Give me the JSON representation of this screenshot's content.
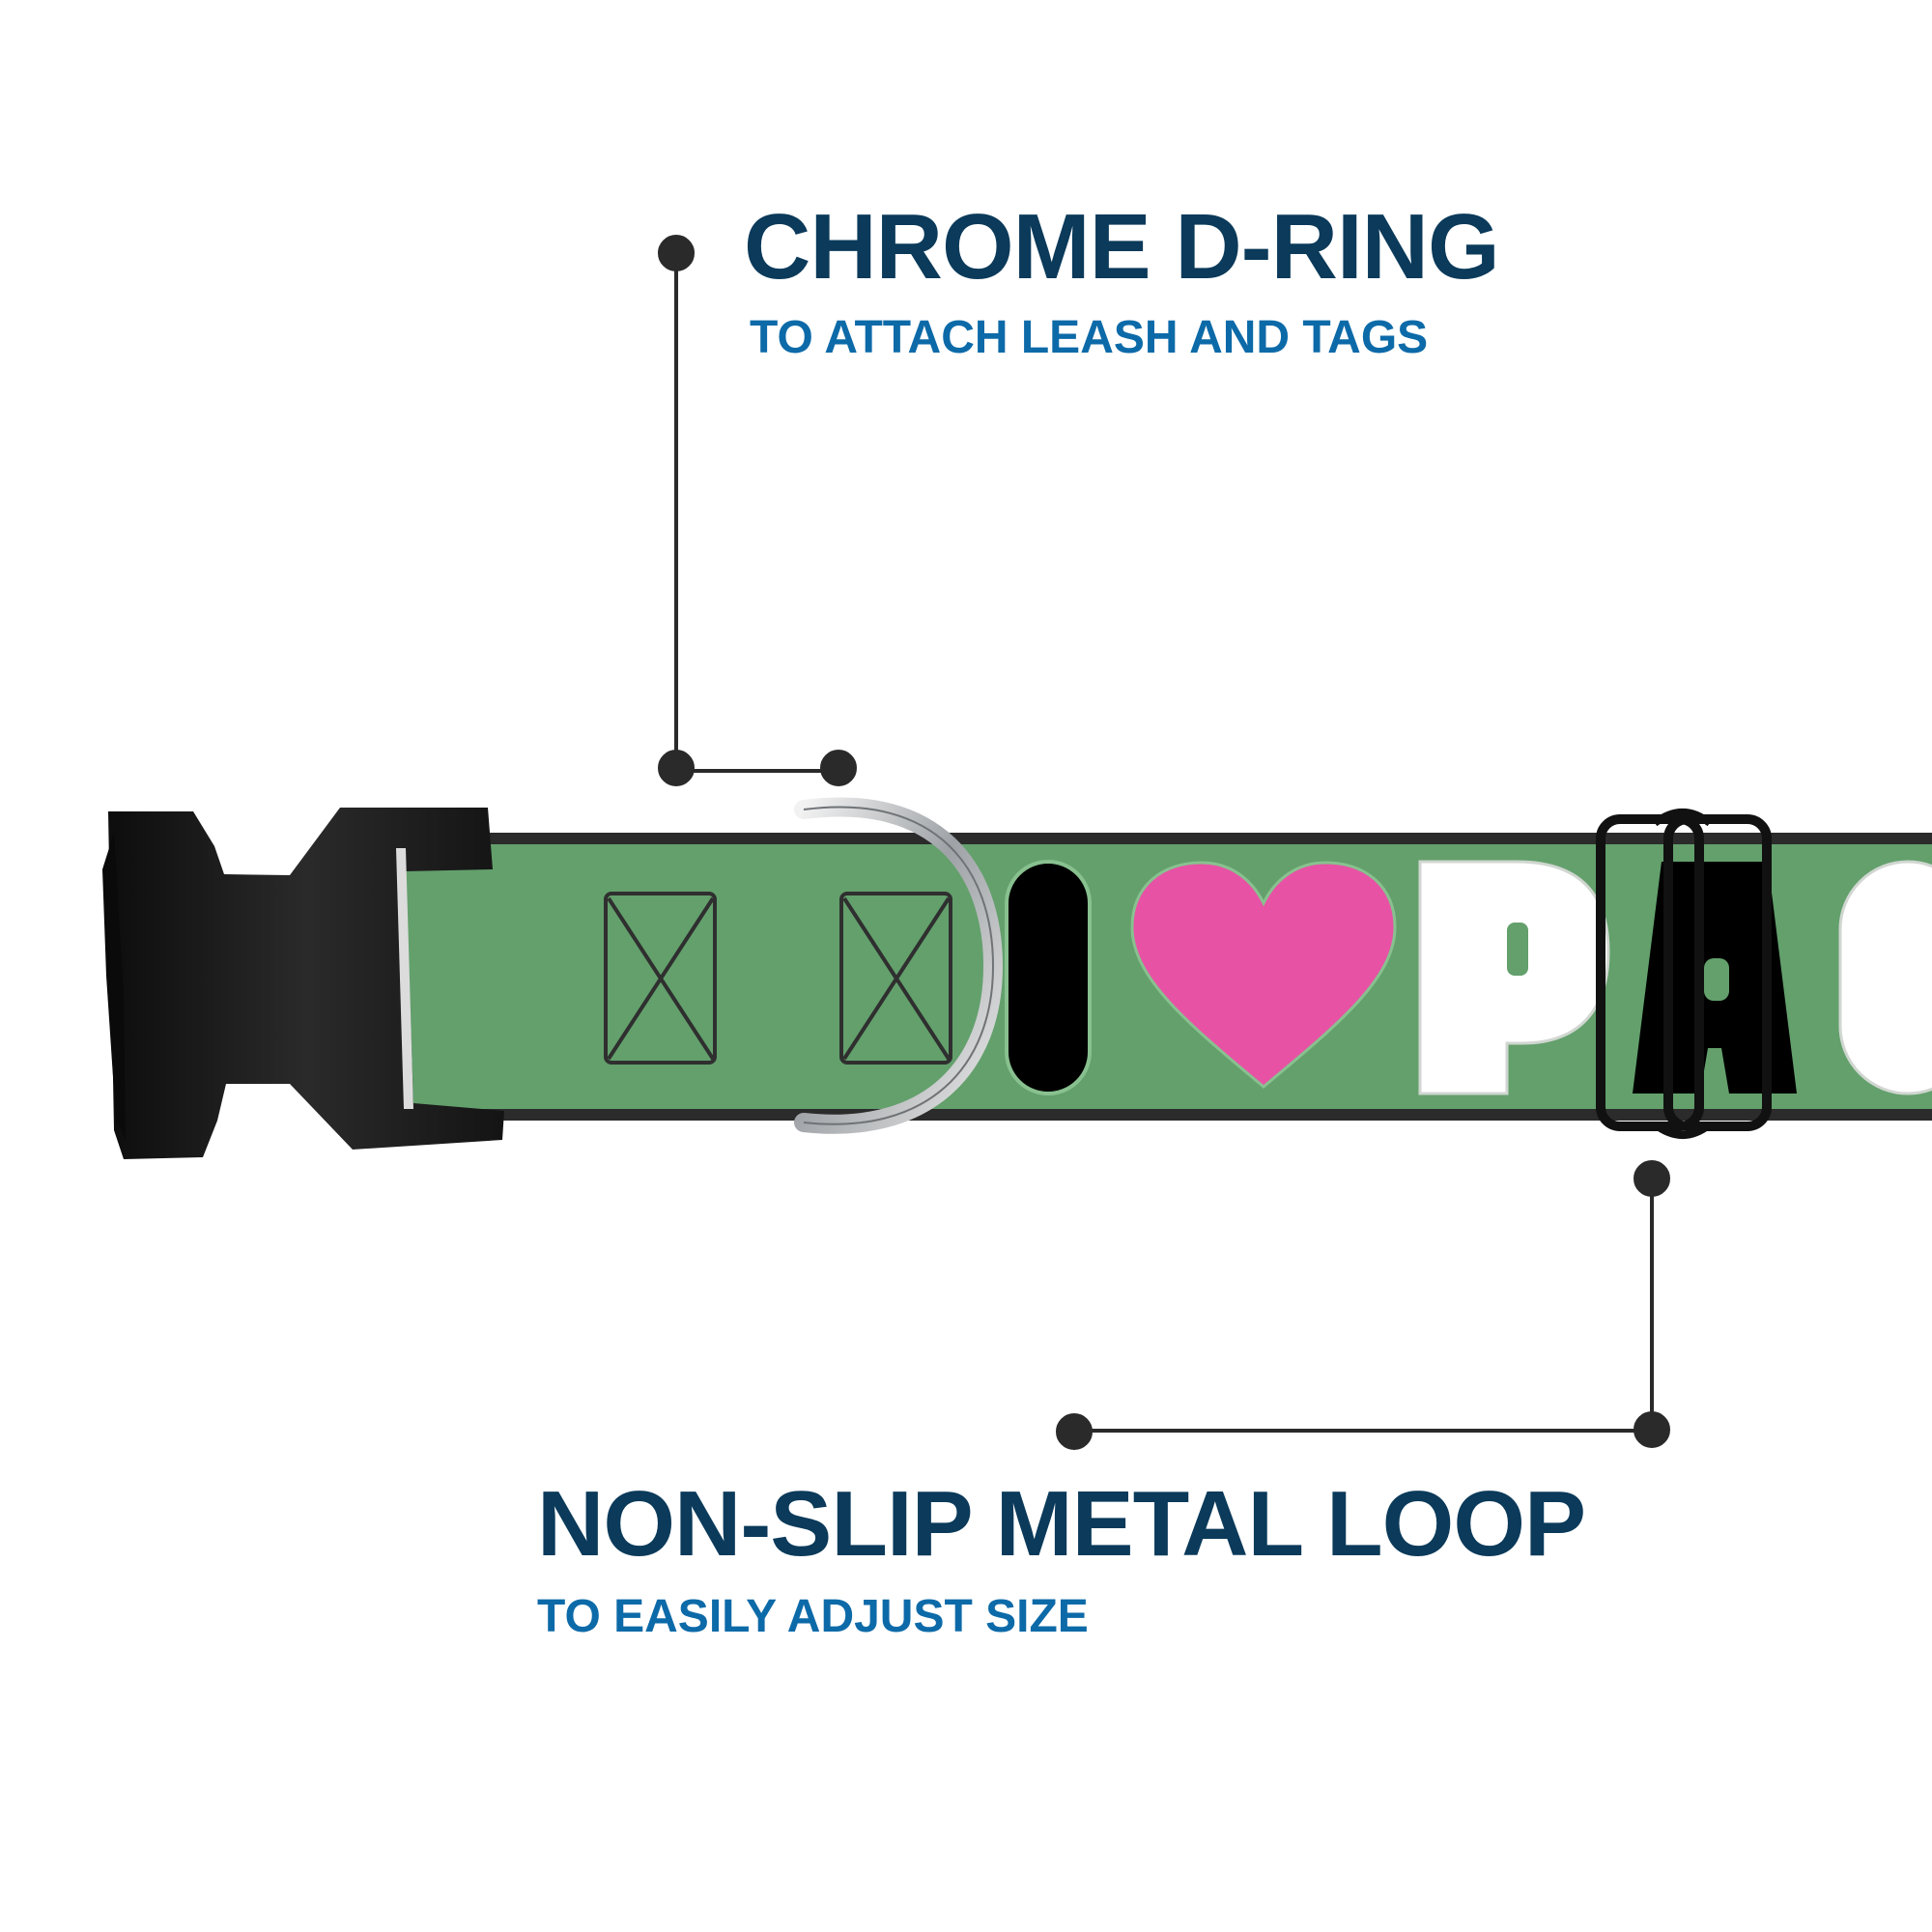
{
  "callouts": {
    "dring": {
      "title": "CHROME D-RING",
      "subtitle": "TO ATTACH LEASH AND TAGS"
    },
    "loop": {
      "title": "NON-SLIP METAL LOOP",
      "subtitle": "TO EASILY ADJUST SIZE"
    }
  },
  "collar": {
    "print_letters": [
      "I",
      "P",
      "A"
    ],
    "colors": {
      "strap": "#63a06c",
      "buckle": "#1b1b1b",
      "heart": "#e752a4",
      "text_white": "#ffffff",
      "chrome": "#b9bcbf"
    }
  },
  "colors": {
    "title": "#0b3a5a",
    "subtitle": "#0d6aa8",
    "leader": "#2a2a2a"
  }
}
